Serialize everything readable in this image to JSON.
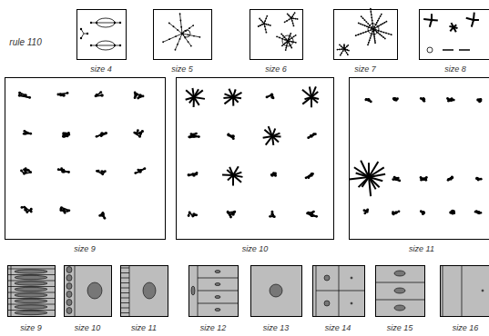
{
  "diagram": {
    "labels": [
      "rule 110",
      "size 4",
      "size 5",
      "size 6",
      "size 7",
      "size 8",
      "size 9",
      "size 10",
      "size 11",
      "size 9",
      "size 10",
      "size 11",
      "size 12",
      "size 13",
      "size 14",
      "size 15",
      "size 16"
    ]
  }
}
